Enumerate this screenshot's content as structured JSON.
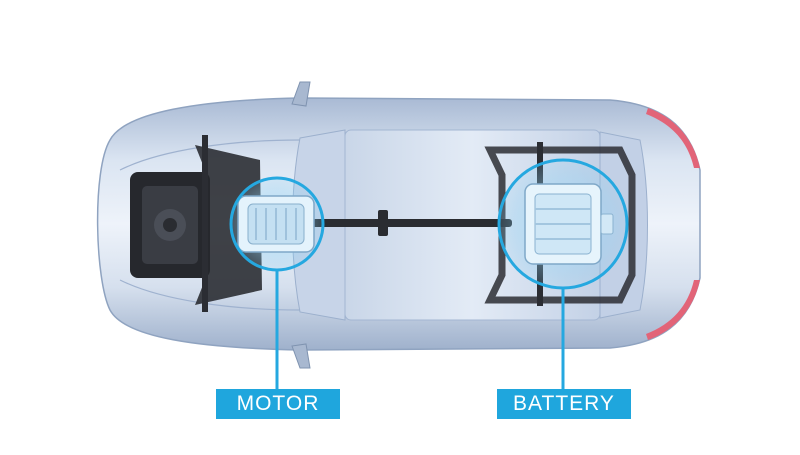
{
  "diagram": {
    "callouts": [
      {
        "id": "motor",
        "label": "MOTOR"
      },
      {
        "id": "battery",
        "label": "BATTERY"
      }
    ],
    "colors": {
      "callout_fill": "#1fa6dd",
      "highlight_ring": "#25a8e0",
      "body_paint": "#b9c9e0",
      "tire": "#1c1c1e",
      "chassis": "#2b2d33"
    },
    "icons": {
      "vehicle": "car-top-view",
      "motor": "electric-motor",
      "battery": "battery-pack"
    }
  }
}
